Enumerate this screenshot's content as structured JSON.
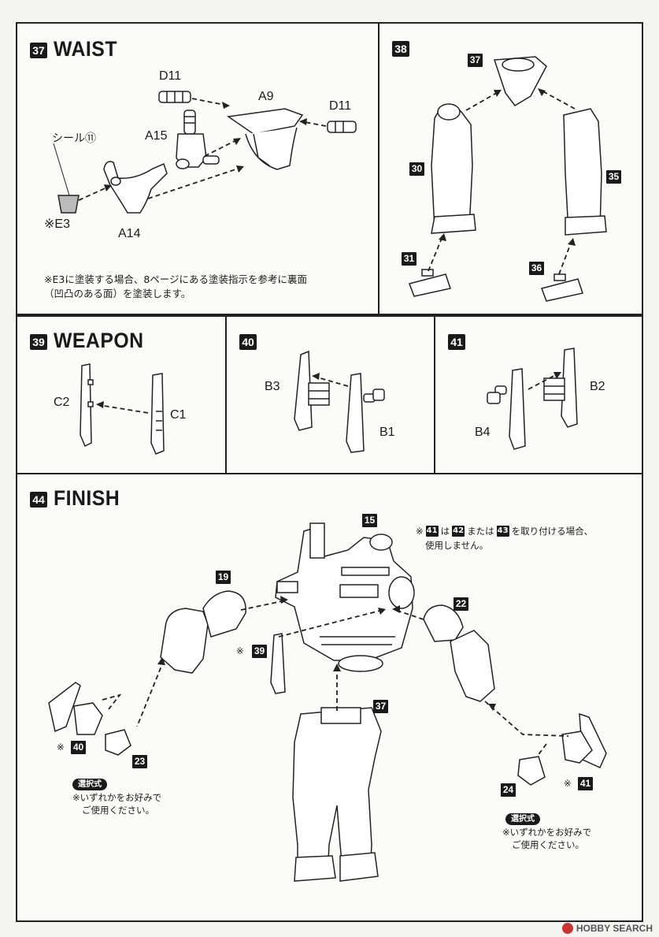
{
  "steps": {
    "s37": {
      "num": "37",
      "title": "WAIST",
      "labels": {
        "d11a": "D11",
        "a9": "A9",
        "d11b": "D11",
        "a15": "A15",
        "seal": "シール⑪",
        "e3": "※E3",
        "a14": "A14"
      },
      "note_line1": "※E3に塗装する場合、8ページにある塗装指示を参考に裏面",
      "note_line2": "（凹凸のある面）を塗装します。"
    },
    "s38": {
      "num": "38",
      "tags": {
        "t37": "37",
        "t30": "30",
        "t35": "35",
        "t31": "31",
        "t36": "36"
      }
    },
    "s39": {
      "num": "39",
      "title": "WEAPON",
      "labels": {
        "c2": "C2",
        "c1": "C1"
      }
    },
    "s40": {
      "num": "40",
      "labels": {
        "b3": "B3",
        "b1": "B1"
      }
    },
    "s41": {
      "num": "41",
      "labels": {
        "b2": "B2",
        "b4": "B4"
      }
    },
    "s44": {
      "num": "44",
      "title": "FINISH",
      "tags": {
        "t15": "15",
        "t19": "19",
        "t22": "22",
        "t39": "39",
        "t37": "37",
        "t40": "40",
        "t23": "23",
        "t24": "24",
        "t41": "41"
      },
      "note_pre": "※",
      "note_t41": "41",
      "note_mid1": "は",
      "note_t42": "42",
      "note_mid2": "または",
      "note_t43": "43",
      "note_end": "を取り付ける場合、",
      "note_line2": "使用しません。",
      "asterisk": "※",
      "choice_label": "選択式",
      "choice_note1": "※いずれかをお好みで",
      "choice_note2": "ご使用ください。"
    }
  },
  "watermark": "HOBBY SEARCH"
}
